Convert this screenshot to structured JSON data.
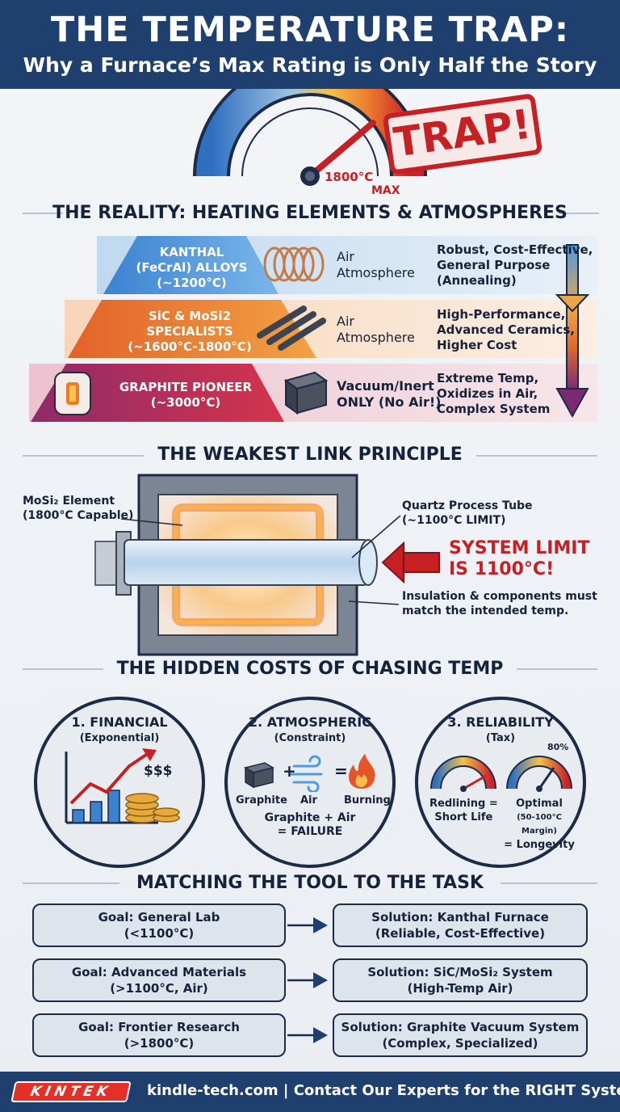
{
  "header": {
    "title": "THE TEMPERATURE TRAP:",
    "subtitle": "Why a Furnace’s Max Rating is Only Half the Story"
  },
  "gauge": {
    "reading": "1800°C",
    "max_label": "MAX",
    "stamp": "TRAP!"
  },
  "reality": {
    "title": "THE REALITY: HEATING ELEMENTS & ATMOSPHERES",
    "tiers": [
      {
        "name_lines": [
          "KANTHAL",
          "(FeCrAl) ALLOYS",
          "(~1200°C)"
        ],
        "atmosphere_lines": [
          "Air",
          "Atmosphere"
        ],
        "desc_lines": [
          "Robust, Cost-Effective,",
          "General Purpose",
          "(Annealing)"
        ],
        "color": "#4e9be0"
      },
      {
        "name_lines": [
          "SiC & MoSi2",
          "SPECIALISTS",
          "(~1600°C-1800°C)"
        ],
        "atmosphere_lines": [
          "Air",
          "Atmosphere"
        ],
        "desc_lines": [
          "High-Performance,",
          "Advanced Ceramics,",
          "Higher Cost"
        ],
        "color": "#ee7a2a"
      },
      {
        "name_lines": [
          "GRAPHITE PIONEER",
          "(~3000°C)"
        ],
        "atmosphere_lines": [
          "Vacuum/Inert",
          "ONLY (No Air!)"
        ],
        "desc_lines": [
          "Extreme Temp,",
          "Oxidizes in Air,",
          "Complex System"
        ],
        "color": "#b42a55"
      }
    ]
  },
  "weakest_link": {
    "title": "THE WEAKEST LINK PRINCIPLE",
    "element_label": [
      "MoSi₂ Element",
      "(1800°C Capable)"
    ],
    "tube_label": [
      "Quartz Process Tube",
      "(~1100°C LIMIT)"
    ],
    "system_limit": [
      "SYSTEM LIMIT",
      "IS 1100°C!"
    ],
    "insulation_label": [
      "Insulation & components must",
      "match the intended temp."
    ]
  },
  "hidden_costs": {
    "title": "THE HIDDEN COSTS OF CHASING TEMP",
    "financial": {
      "title": "1. FINANCIAL",
      "sub": "(Exponential)",
      "money": "$$$"
    },
    "atmospheric": {
      "title": "2. ATMOSPHERIC",
      "sub": "(Constraint)",
      "labels": [
        "Graphite",
        "Air",
        "Burning"
      ],
      "plus": "+",
      "equals": "=",
      "result": [
        "Graphite + Air",
        "= FAILURE"
      ]
    },
    "reliability": {
      "title": "3. RELIABILITY",
      "sub": "(Tax)",
      "percent": "80%",
      "left_label": [
        "Redlining =",
        "Short Life"
      ],
      "right_label": [
        "Optimal",
        "(50-100°C Margin)",
        "= Longevity"
      ]
    }
  },
  "matching": {
    "title": "MATCHING THE TOOL TO THE TASK",
    "rows": [
      {
        "goal": [
          "Goal: General Lab",
          "(<1100°C)"
        ],
        "solution": [
          "Solution: Kanthal Furnace",
          "(Reliable, Cost-Effective)"
        ]
      },
      {
        "goal": [
          "Goal: Advanced Materials",
          "(>1100°C, Air)"
        ],
        "solution": [
          "Solution: SiC/MoSi₂ System",
          "(High-Temp Air)"
        ]
      },
      {
        "goal": [
          "Goal: Frontier Research",
          "(>1800°C)"
        ],
        "solution": [
          "Solution: Graphite Vacuum System",
          "(Complex, Specialized)"
        ]
      }
    ]
  },
  "footer": {
    "logo": "KINTEK",
    "text": "kindle-tech.com  |  Contact Our Experts for the RIGHT System."
  }
}
